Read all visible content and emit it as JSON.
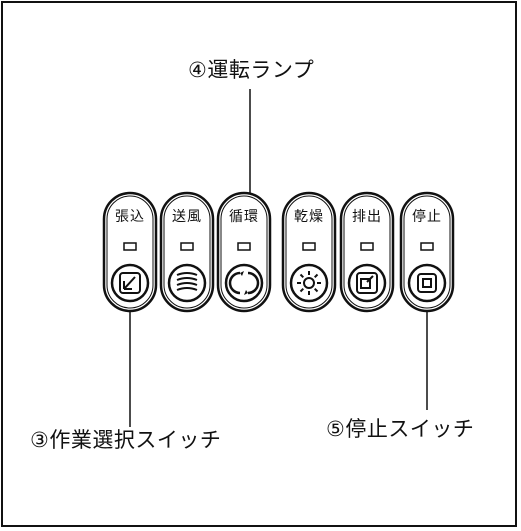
{
  "callouts": {
    "run_lamp": "④運転ランプ",
    "work_select_switch": "③作業選択スイッチ",
    "stop_switch": "⑤停止スイッチ"
  },
  "modules": [
    {
      "label": "張込",
      "icon": "load-icon"
    },
    {
      "label": "送風",
      "icon": "air-blow-icon"
    },
    {
      "label": "循環",
      "icon": "circulation-icon"
    },
    {
      "label": "乾燥",
      "icon": "drying-icon"
    },
    {
      "label": "排出",
      "icon": "discharge-icon"
    },
    {
      "label": "停止",
      "icon": "stop-icon"
    }
  ],
  "colors": {
    "line": "#111111",
    "background": "#ffffff"
  }
}
